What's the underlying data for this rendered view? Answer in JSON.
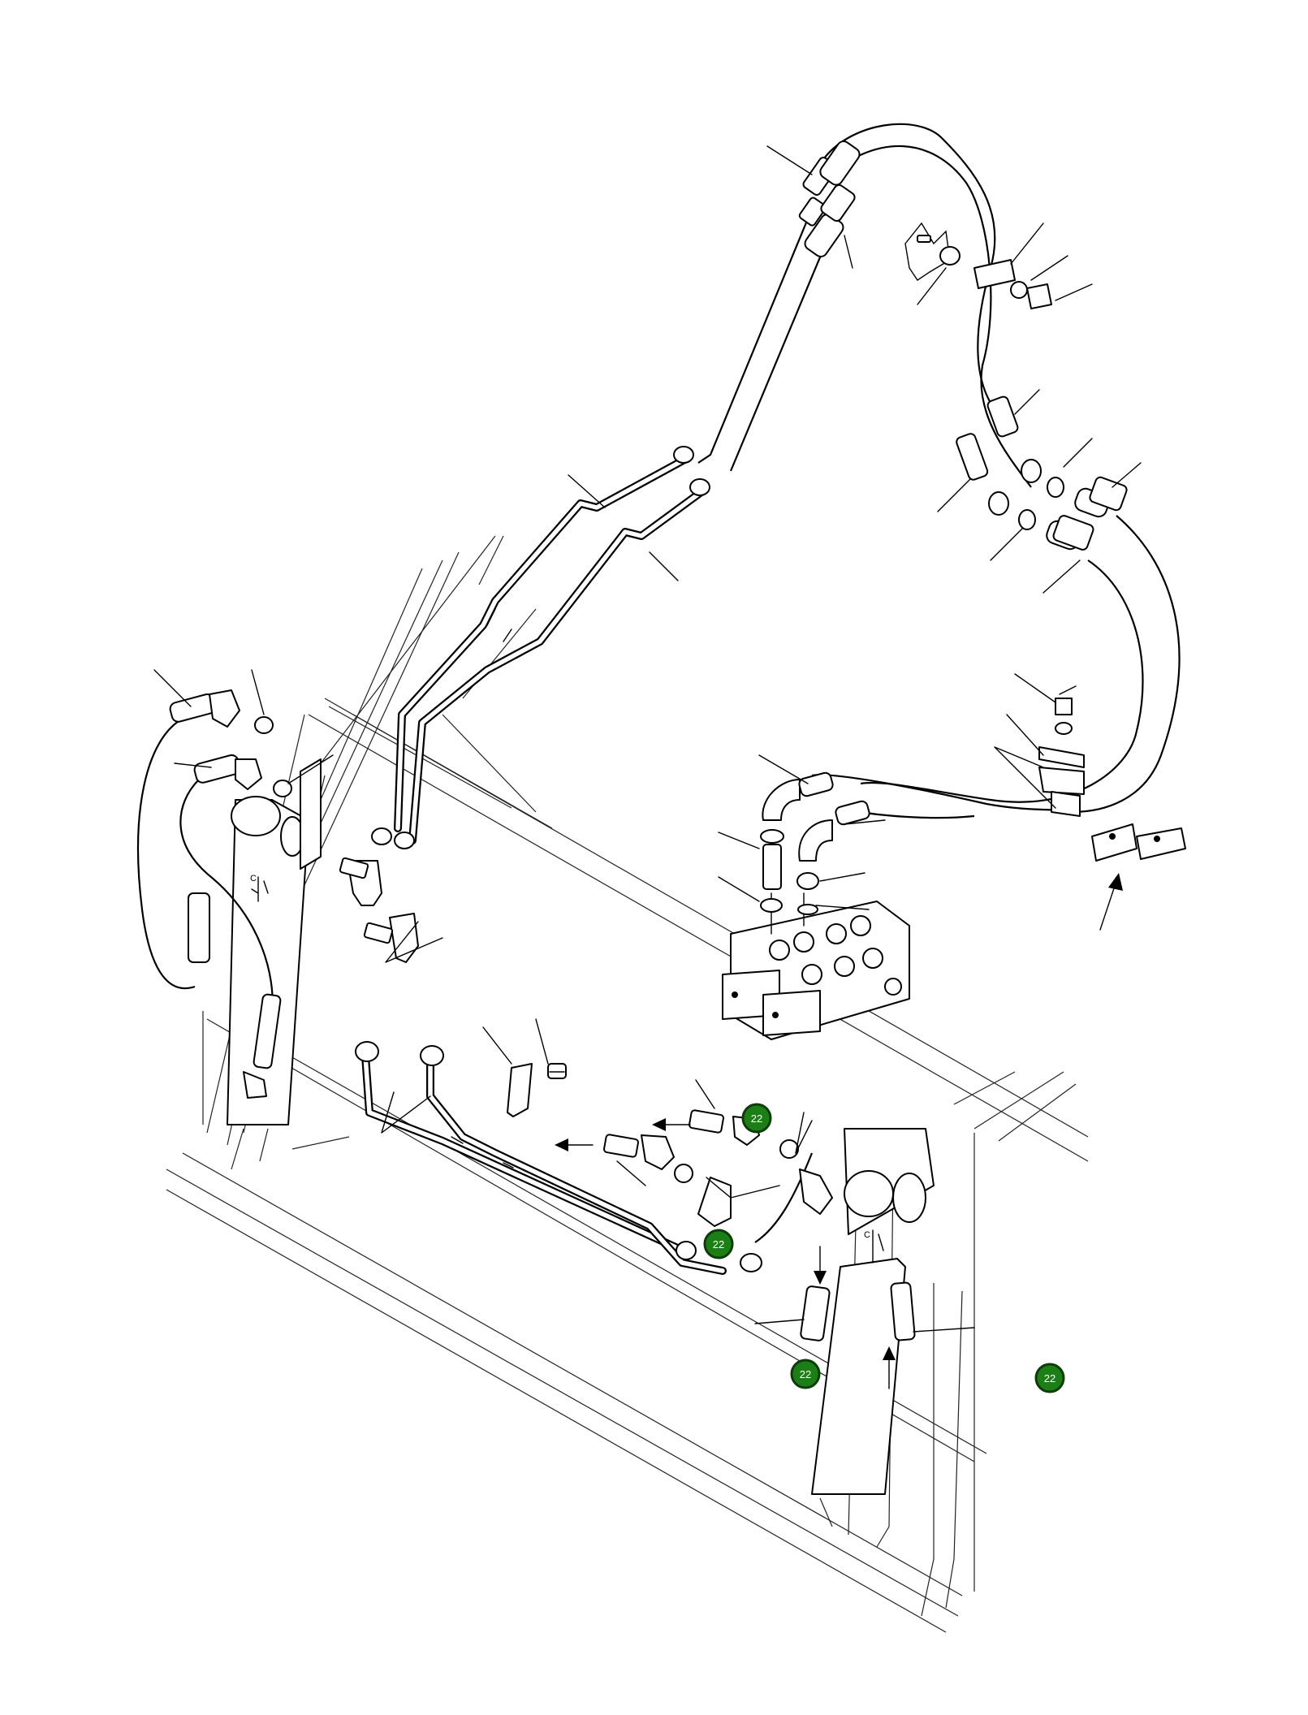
{
  "callouts": [
    {
      "id": "callout-1",
      "label": "22"
    },
    {
      "id": "callout-2",
      "label": "22"
    },
    {
      "id": "callout-3",
      "label": "22"
    },
    {
      "id": "callout-4",
      "label": "22"
    }
  ]
}
